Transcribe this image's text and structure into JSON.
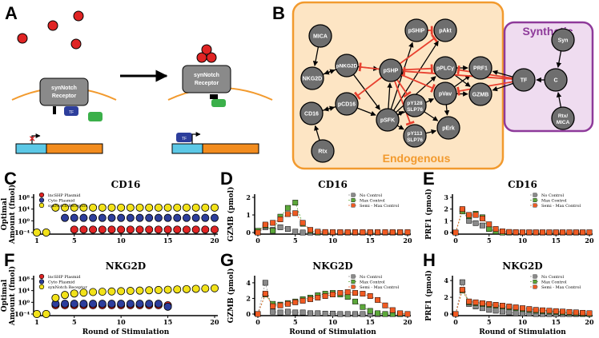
{
  "panel_labels": [
    "A",
    "B",
    "C",
    "D",
    "E",
    "F",
    "G",
    "H"
  ],
  "panelA": {
    "receptor_before": [
      "synNotch",
      "Receptor"
    ],
    "receptor_after": [
      "synNotch",
      "Receptor"
    ],
    "tf": "TF",
    "tf_after": "TF"
  },
  "panelB": {
    "endogenous_label": "Endogenous",
    "synthetic_label": "Synthetic",
    "colors": {
      "endogenous": "#f29a2e",
      "synthetic": "#8e3a9a",
      "node": "#6e6e6e",
      "activation": "#000000",
      "inhibition": "#e8402f"
    },
    "nodes": [
      "MICA",
      "NKG2D",
      "pNKG2D",
      "CD16",
      "pCD16",
      "Rtx",
      "pSHP",
      "pSFK",
      "pSHIP",
      "pAkt",
      "pPLCγ",
      "pVav",
      "pY128 SLP76",
      "pY113 SLP76",
      "PRF1",
      "GZMB",
      "pErk",
      "TF",
      "C",
      "Syn",
      "Rtx/ MICA"
    ]
  },
  "legends": {
    "C": [
      "lncSHP Plasmid",
      "Cyto Plasmid",
      "synNotch Receptor"
    ],
    "F": [
      "lncSHP Plasmid",
      "Cyto Plasmid",
      "synNotch Receptor"
    ],
    "DEGH": [
      "No Control",
      "Max Control",
      "Semi - Max Control"
    ]
  },
  "chart_data": [
    {
      "id": "C",
      "type": "scatter",
      "title": "CD16",
      "xlabel": "",
      "ylabel": "Optimal Amount (fmol)",
      "xticks": [
        "1",
        "5",
        "10",
        "15",
        "20"
      ],
      "yticks": [
        "10⁸",
        "10⁴",
        "10⁰",
        "10⁻⁴"
      ],
      "ylog": true,
      "ylim": [
        -4,
        8
      ],
      "x": [
        1,
        2,
        3,
        4,
        5,
        6,
        7,
        8,
        9,
        10,
        11,
        12,
        13,
        14,
        15,
        16,
        17,
        18,
        19,
        20
      ],
      "series": [
        {
          "name": "lncSHP Plasmid",
          "color": "#e02424",
          "values": [
            -4,
            -4,
            null,
            null,
            -3,
            -3,
            -3,
            -3,
            -3,
            -3,
            -3,
            -3,
            -3,
            -3,
            -3,
            -3,
            -3,
            -3,
            -3,
            -3
          ]
        },
        {
          "name": "Cyto Plasmid",
          "color": "#2d3e9c",
          "values": [
            null,
            null,
            null,
            1,
            1,
            1,
            1,
            1,
            1,
            1,
            1,
            1,
            1,
            1,
            1,
            1,
            1,
            1,
            1,
            1
          ]
        },
        {
          "name": "synNotch Receptor",
          "color": "#f2e21a",
          "values": [
            -4,
            -4,
            4.5,
            4.5,
            4.5,
            4.5,
            4.5,
            4.5,
            4.5,
            4.5,
            4.5,
            4.5,
            4.5,
            4.5,
            4.5,
            4.5,
            4.5,
            4.5,
            4.5,
            4.5
          ]
        }
      ]
    },
    {
      "id": "D",
      "type": "scatter",
      "title": "CD16",
      "xlabel": "",
      "ylabel": "GZMB (pmol)",
      "xticks": [
        "0",
        "5",
        "10",
        "15",
        "20"
      ],
      "yticks": [
        "0",
        "1",
        "2"
      ],
      "ylim": [
        0,
        2
      ],
      "x": [
        0,
        1,
        2,
        3,
        4,
        5,
        6,
        7,
        8,
        9,
        10,
        11,
        12,
        13,
        14,
        15,
        16,
        17,
        18,
        19,
        20
      ],
      "series": [
        {
          "name": "No Control",
          "color": "#8a8a8a",
          "values": [
            0,
            0.3,
            0.15,
            0.3,
            0.2,
            0.05,
            0,
            0,
            0,
            0,
            0,
            0,
            0,
            0,
            0,
            0,
            0,
            0,
            0,
            0,
            0
          ]
        },
        {
          "name": "Max Control",
          "color": "#5ca83a",
          "values": [
            0.1,
            0.4,
            0.1,
            0.9,
            1.4,
            1.7,
            0.5,
            0.1,
            0,
            0,
            0,
            0,
            0,
            0,
            0,
            0,
            0,
            0,
            0,
            0,
            0
          ]
        },
        {
          "name": "Semi - Max Control",
          "color": "#f05a22",
          "values": [
            0,
            0.45,
            0.55,
            0.75,
            1.05,
            1.1,
            0.55,
            0.15,
            0.05,
            0.03,
            0.02,
            0.02,
            0.02,
            0.02,
            0.02,
            0.02,
            0.02,
            0.02,
            0.02,
            0.02,
            0.02
          ]
        }
      ]
    },
    {
      "id": "E",
      "type": "scatter",
      "title": "CD16",
      "xlabel": "",
      "ylabel": "PRF1 (pmol)",
      "xticks": [
        "0",
        "5",
        "10",
        "15",
        "20"
      ],
      "yticks": [
        "0",
        "1",
        "2",
        "3"
      ],
      "ylim": [
        0,
        3
      ],
      "x": [
        0,
        1,
        2,
        3,
        4,
        5,
        6,
        7,
        8,
        9,
        10,
        11,
        12,
        13,
        14,
        15,
        16,
        17,
        18,
        19,
        20
      ],
      "series": [
        {
          "name": "No Control",
          "color": "#8a8a8a",
          "values": [
            0,
            1.9,
            1.0,
            0.8,
            0.6,
            0.3,
            0.1,
            0,
            0,
            0,
            0,
            0,
            0,
            0,
            0,
            0,
            0,
            0,
            0,
            0,
            0
          ]
        },
        {
          "name": "Max Control",
          "color": "#5ca83a",
          "values": [
            0,
            1.8,
            1.4,
            1.6,
            1.3,
            0.3,
            0.1,
            0,
            0,
            0,
            0,
            0,
            0,
            0,
            0,
            0,
            0,
            0,
            0,
            0,
            0
          ]
        },
        {
          "name": "Semi - Max Control",
          "color": "#f05a22",
          "values": [
            0,
            2.0,
            1.5,
            1.5,
            1.2,
            0.7,
            0.3,
            0.1,
            0.05,
            0.03,
            0.02,
            0.02,
            0.02,
            0.02,
            0.02,
            0.02,
            0.02,
            0.02,
            0.02,
            0.02,
            0.02
          ]
        }
      ]
    },
    {
      "id": "F",
      "type": "scatter",
      "title": "NKG2D",
      "xlabel": "Round of Stimulation",
      "ylabel": "Optimal Amount (fmol)",
      "xticks": [
        "1",
        "5",
        "10",
        "15",
        "20"
      ],
      "yticks": [
        "10⁸",
        "10⁴",
        "10⁰",
        "10⁻⁴"
      ],
      "ylog": true,
      "ylim": [
        -4,
        8
      ],
      "x": [
        1,
        2,
        3,
        4,
        5,
        6,
        7,
        8,
        9,
        10,
        11,
        12,
        13,
        14,
        15,
        16,
        17,
        18,
        19,
        20
      ],
      "series": [
        {
          "name": "lncSHP Plasmid",
          "color": "#e02424",
          "values": [
            -4,
            -4,
            -1,
            -1,
            -1,
            -1,
            -1,
            -1,
            -1,
            -1,
            -1,
            -1,
            -1,
            -1,
            -1,
            null,
            null,
            null,
            null,
            null
          ]
        },
        {
          "name": "Cyto Plasmid",
          "color": "#2d3e9c",
          "values": [
            null,
            null,
            -0.5,
            -0.5,
            -0.5,
            -0.5,
            -0.5,
            -0.5,
            -0.5,
            -0.5,
            -0.5,
            -0.5,
            -0.5,
            -0.5,
            -1.5,
            null,
            null,
            null,
            null,
            null
          ]
        },
        {
          "name": "synNotch Receptor",
          "color": "#f2e21a",
          "values": [
            -4,
            -4,
            1.5,
            2.5,
            3,
            3.3,
            3.5,
            3.6,
            3.7,
            3.8,
            3.9,
            4,
            4.1,
            4.2,
            4.3,
            4.4,
            4.5,
            4.6,
            4.7,
            4.8
          ]
        }
      ]
    },
    {
      "id": "G",
      "type": "scatter",
      "title": "NKG2D",
      "xlabel": "Round of Stimulation",
      "ylabel": "GZMB (pmol)",
      "xticks": [
        "0",
        "5",
        "10",
        "15",
        "20"
      ],
      "yticks": [
        "0",
        "2",
        "4"
      ],
      "ylim": [
        0,
        4.5
      ],
      "x": [
        0,
        1,
        2,
        3,
        4,
        5,
        6,
        7,
        8,
        9,
        10,
        11,
        12,
        13,
        14,
        15,
        16,
        17,
        18,
        19,
        20
      ],
      "series": [
        {
          "name": "No Control",
          "color": "#8a8a8a",
          "values": [
            0,
            4.0,
            0.3,
            0.2,
            0.3,
            0.2,
            0.2,
            0.1,
            0.1,
            0.05,
            0.05,
            0,
            0,
            0,
            0,
            0,
            0,
            0,
            0,
            0,
            0
          ]
        },
        {
          "name": "Max Control",
          "color": "#5ca83a",
          "values": [
            0,
            2.5,
            1.3,
            1.2,
            1.4,
            1.6,
            1.9,
            2.1,
            2.4,
            2.6,
            2.7,
            2.5,
            2.2,
            1.6,
            0.9,
            0.4,
            0.1,
            0,
            0,
            0,
            0
          ]
        },
        {
          "name": "Semi - Max Control",
          "color": "#f05a22",
          "values": [
            0,
            2.6,
            1.0,
            1.1,
            1.3,
            1.5,
            1.7,
            1.9,
            2.1,
            2.3,
            2.5,
            2.7,
            2.8,
            2.7,
            2.6,
            2.3,
            1.8,
            1.1,
            0.5,
            0.1,
            0
          ]
        }
      ]
    },
    {
      "id": "H",
      "type": "scatter",
      "title": "NKG2D",
      "xlabel": "Round of Stimulation",
      "ylabel": "PRF1 (pmol)",
      "xticks": [
        "0",
        "5",
        "10",
        "15",
        "20"
      ],
      "yticks": [
        "0",
        "2",
        "4"
      ],
      "ylim": [
        0,
        4.2
      ],
      "x": [
        0,
        1,
        2,
        3,
        4,
        5,
        6,
        7,
        8,
        9,
        10,
        11,
        12,
        13,
        14,
        15,
        16,
        17,
        18,
        19,
        20
      ],
      "series": [
        {
          "name": "No Control",
          "color": "#8a8a8a",
          "values": [
            0,
            3.8,
            1.2,
            0.9,
            0.7,
            0.5,
            0.4,
            0.3,
            0.2,
            0.1,
            0.1,
            0.05,
            0,
            0,
            0,
            0,
            0,
            0,
            0,
            0,
            0
          ]
        },
        {
          "name": "Max Control",
          "color": "#5ca83a",
          "values": [
            0,
            2.8,
            1.4,
            1.3,
            1.2,
            1.1,
            1.0,
            0.9,
            0.8,
            0.7,
            0.6,
            0.5,
            0.4,
            0.35,
            0.3,
            0.25,
            0.2,
            0.15,
            0.1,
            0.05,
            0
          ]
        },
        {
          "name": "Semi - Max Control",
          "color": "#f05a22",
          "values": [
            0,
            2.9,
            1.5,
            1.4,
            1.3,
            1.2,
            1.1,
            1.0,
            0.9,
            0.8,
            0.7,
            0.6,
            0.5,
            0.45,
            0.4,
            0.35,
            0.3,
            0.25,
            0.2,
            0.15,
            0.1
          ]
        }
      ]
    }
  ]
}
